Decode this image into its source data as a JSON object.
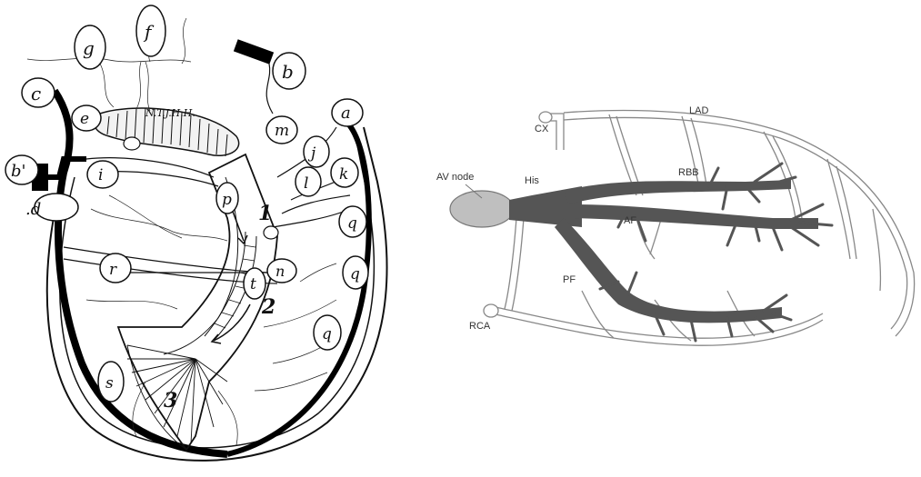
{
  "left_diagram": {
    "circle_labels": {
      "c": "c",
      "b_prime": "b'",
      "d": ".d",
      "e": "e",
      "i": "i",
      "g": "g",
      "f": "f",
      "b": "b",
      "m": "m",
      "a": "a",
      "j": "j",
      "k": "k",
      "l": "l",
      "p": "p",
      "t": "t",
      "n": "n",
      "r": "r",
      "q1": "q",
      "q2": "q",
      "q3": "q",
      "s": "s"
    },
    "node_label": "N.T.J.H.H.",
    "region_labels": {
      "one": "1",
      "two": "2",
      "three": "3"
    }
  },
  "right_diagram": {
    "labels": {
      "lad": "LAD",
      "cx": "CX",
      "av_node": "AV node",
      "his": "His",
      "rbb": "RBB",
      "af": "AF",
      "pf": "PF",
      "rca": "RCA"
    },
    "colors": {
      "conduction": "#555555",
      "av_node": "#bfbfbf",
      "vessel": "#888888"
    }
  }
}
